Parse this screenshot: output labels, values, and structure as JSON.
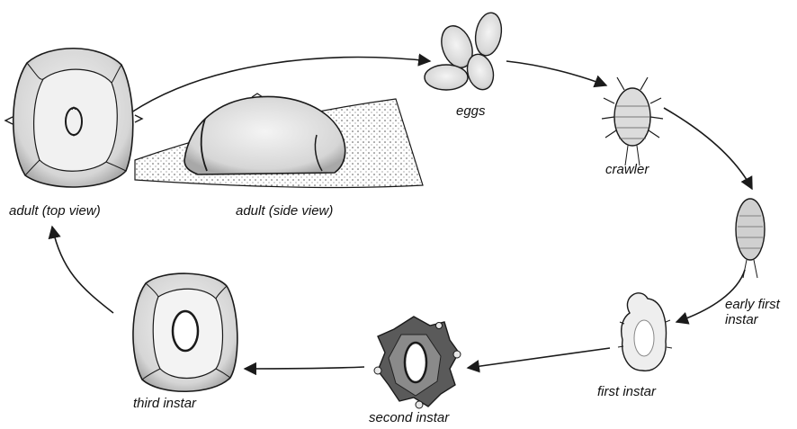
{
  "labels": {
    "eggs": "eggs",
    "crawler": "crawler",
    "early_first_line1": "early first",
    "early_first_line2": "instar",
    "first_instar": "first instar",
    "second_instar": "second instar",
    "third_instar": "third instar",
    "adult_top": "adult (top view)",
    "adult_side": "adult (side view)"
  },
  "colors": {
    "ink": "#1a1a1a",
    "shell": "#e9e9e9",
    "shade": "#bdbdbd",
    "dark": "#3a3a3a"
  }
}
